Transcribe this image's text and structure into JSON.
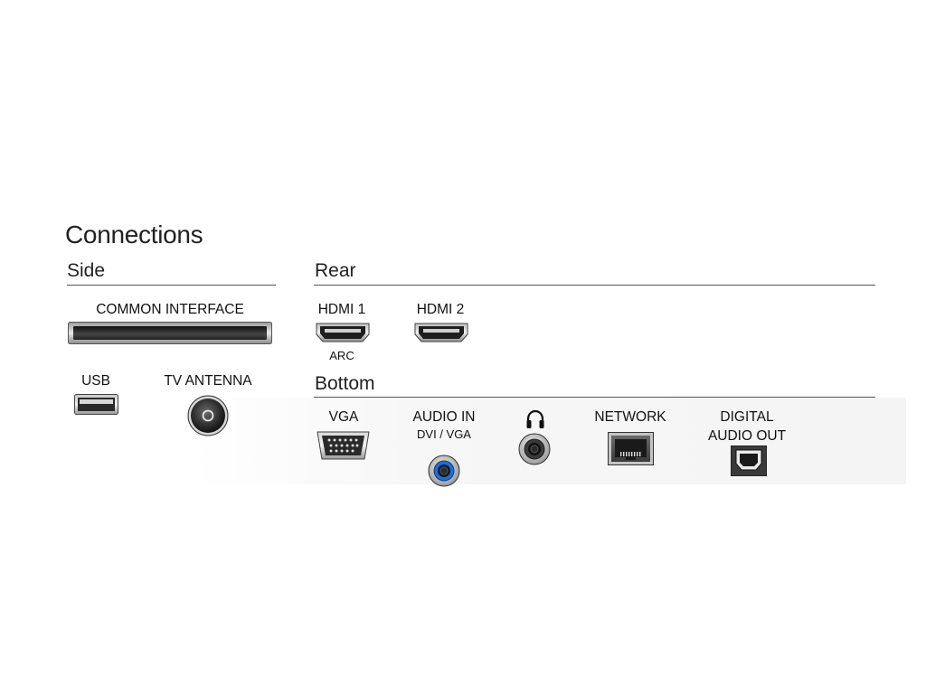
{
  "title": "Connections",
  "sections": {
    "side": "Side",
    "rear": "Rear",
    "bottom": "Bottom"
  },
  "side": {
    "common_interface": "COMMON INTERFACE",
    "usb": "USB",
    "tv_antenna": "TV ANTENNA"
  },
  "rear": {
    "hdmi1": "HDMI 1",
    "hdmi1_sub": "ARC",
    "hdmi2": "HDMI 2"
  },
  "bottom": {
    "vga": "VGA",
    "audio_in": "AUDIO IN",
    "audio_in_sub": "DVI / VGA",
    "network": "NETWORK",
    "digital_audio_line1": "DIGITAL",
    "digital_audio_line2": "AUDIO OUT"
  },
  "icons": {
    "headphone": "headphone-icon",
    "common_interface_slot": "ci-slot-icon",
    "usb_port": "usb-port-icon",
    "antenna_port": "antenna-port-icon",
    "hdmi_port": "hdmi-port-icon",
    "vga_port": "vga-port-icon",
    "audio_jack": "audio-jack-icon",
    "ethernet_port": "ethernet-port-icon",
    "optical_port": "optical-port-icon"
  },
  "colors": {
    "audio_in_ring": "#1f6fd1"
  }
}
